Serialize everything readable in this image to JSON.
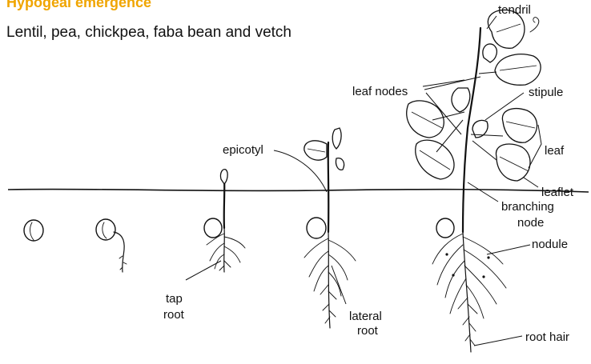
{
  "title": "Hypogeal emergence",
  "subtitle": "Lentil, pea, chickpea, faba bean and vetch",
  "colors": {
    "title": "#f0a500",
    "ink": "#111111"
  },
  "labels": {
    "tendril": "tendril",
    "leaf_nodes": "leaf nodes",
    "stipule": "stipule",
    "epicotyl": "epicotyl",
    "leaf": "leaf",
    "leaflet": "leaflet",
    "branching_node_1": "branching",
    "branching_node_2": "node",
    "nodule": "nodule",
    "tap_root_1": "tap",
    "tap_root_2": "root",
    "lateral_root_1": "lateral",
    "lateral_root_2": "root",
    "root_hair": "root hair"
  }
}
